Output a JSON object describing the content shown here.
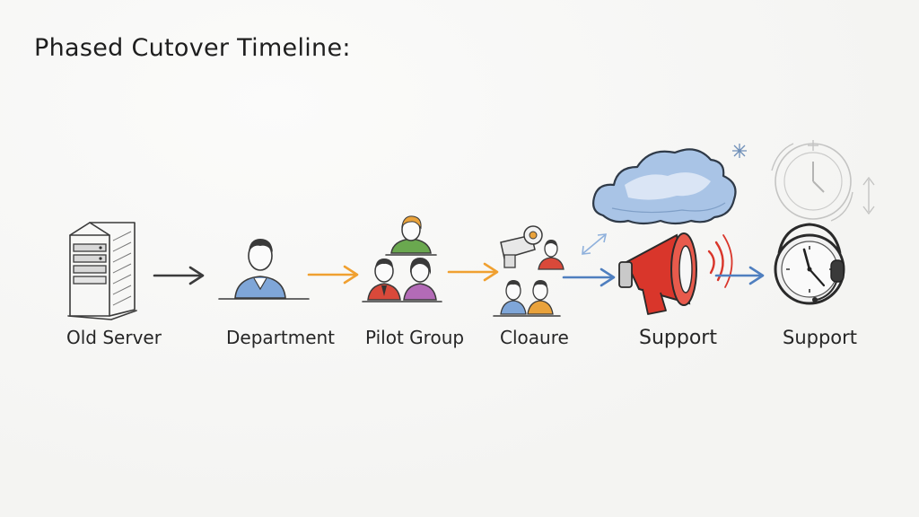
{
  "diagram": {
    "title": "Phased Cutover  Timeline:",
    "stages": [
      {
        "label": "Old Server"
      },
      {
        "label": "Department"
      },
      {
        "label": "Pilot Group"
      },
      {
        "label": "Cloaure"
      },
      {
        "label": "Support"
      },
      {
        "label": "Support"
      }
    ],
    "icons": [
      "server-icon",
      "person-icon",
      "pilot-group-icon",
      "camera-team-icon",
      "cloud-icon",
      "megaphone-icon",
      "clock-headset-icon",
      "clock-cycle-icon"
    ],
    "colors": {
      "ink": "#3a3a3a",
      "arrow_dark": "#3b3b3b",
      "arrow_orange": "#f0a030",
      "arrow_blue": "#4f7fbf",
      "cloud_blue": "#a9c4e6",
      "megaphone_red": "#d9362b",
      "shirt_blue": "#7fa6d8",
      "shirt_orange": "#e9a23b",
      "shirt_red": "#d9493a",
      "shirt_purple": "#b36bb7",
      "shirt_green": "#6aa84f"
    }
  }
}
